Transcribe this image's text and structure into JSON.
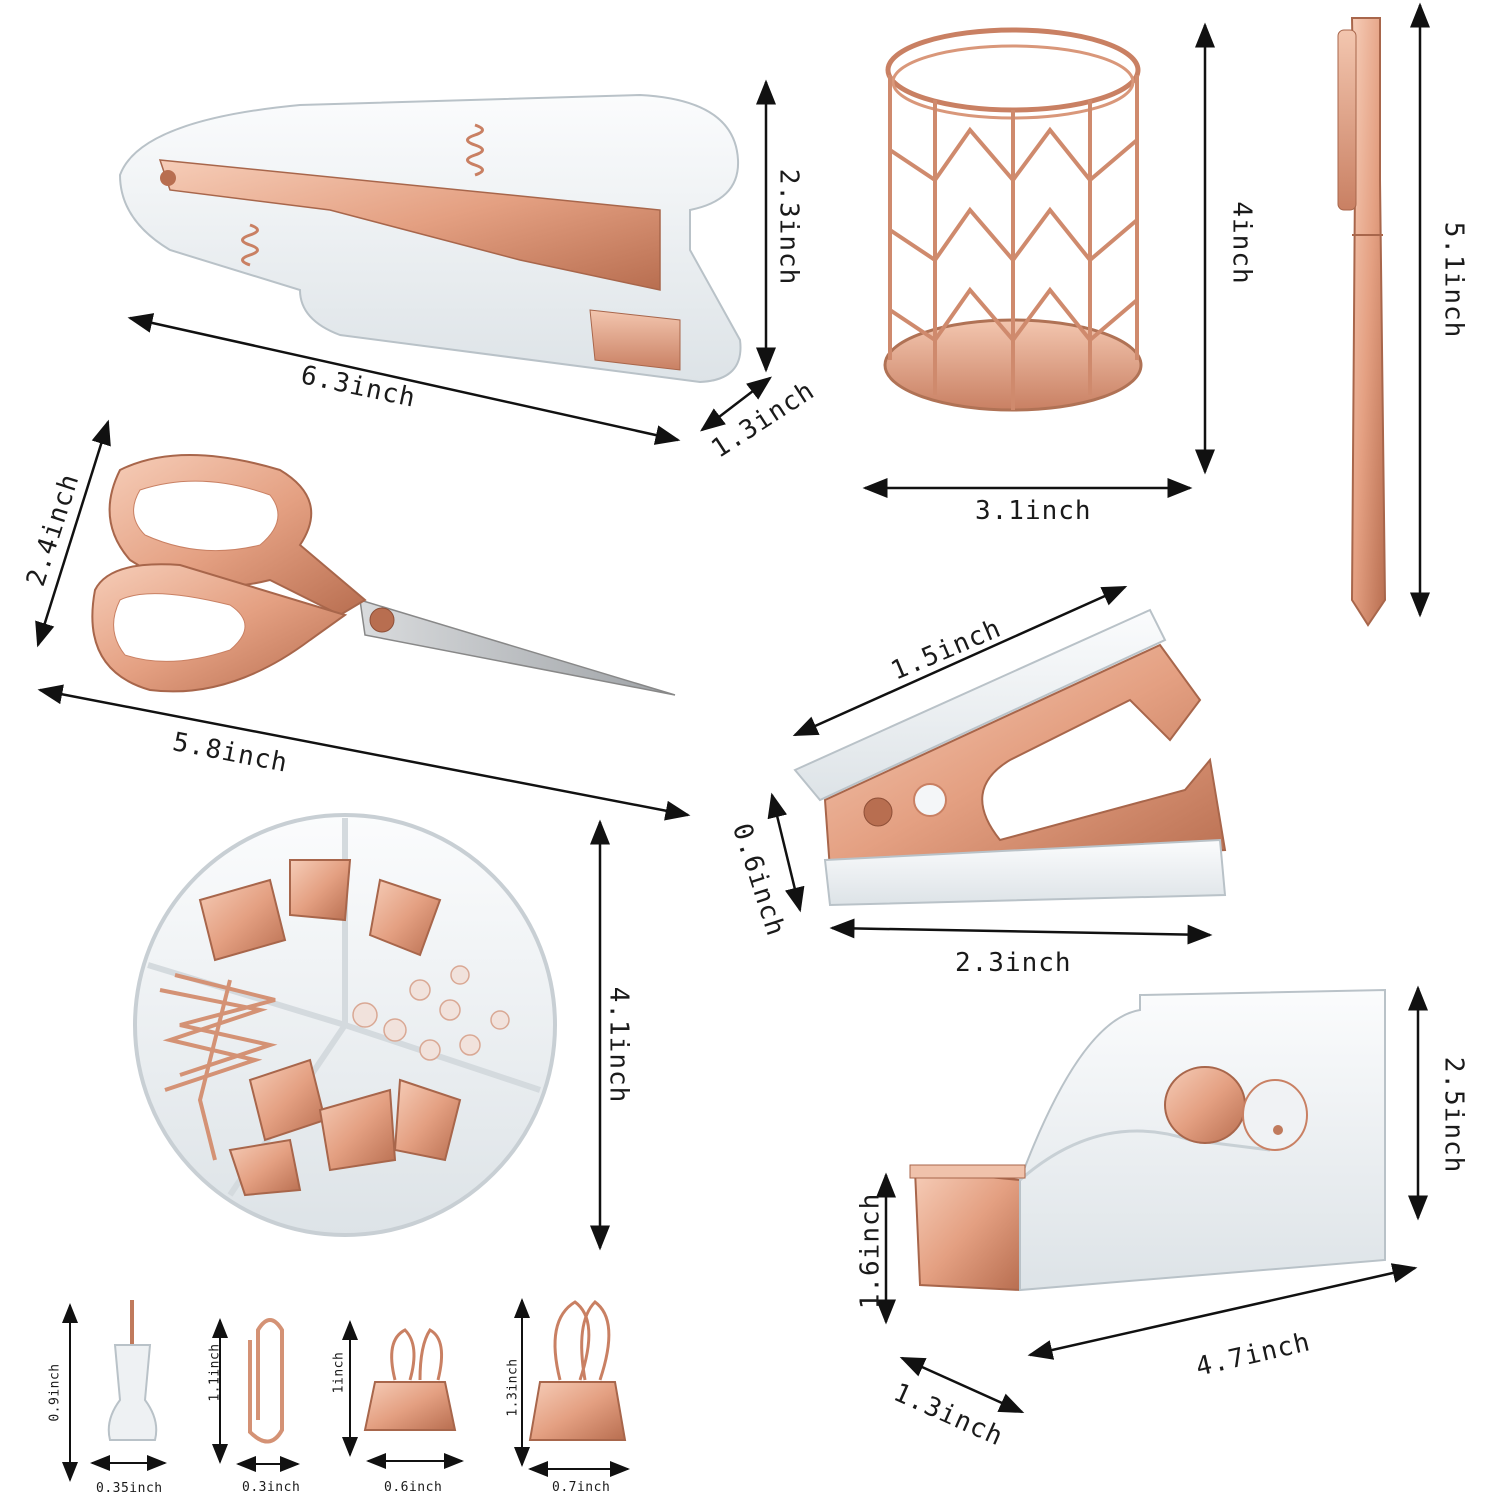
{
  "colors": {
    "rose_gold": "#e7a98c",
    "rose_gold_dark": "#c07a5c",
    "acrylic": "#eef1f3",
    "arrow": "#111111"
  },
  "items": [
    {
      "name": "stapler",
      "dims": [
        "6.3inch",
        "2.3inch",
        "1.3inch"
      ]
    },
    {
      "name": "pen holder",
      "dims": [
        "4inch",
        "3.1inch"
      ]
    },
    {
      "name": "pen",
      "dims": [
        "5.1inch"
      ]
    },
    {
      "name": "scissors",
      "dims": [
        "2.4inch",
        "5.8inch"
      ]
    },
    {
      "name": "staple remover",
      "dims": [
        "1.5inch",
        "0.6inch",
        "2.3inch"
      ]
    },
    {
      "name": "clip organizer",
      "dims": [
        "4.1inch"
      ]
    },
    {
      "name": "tape dispenser",
      "dims": [
        "2.5inch",
        "1.6inch",
        "4.7inch",
        "1.3inch"
      ]
    },
    {
      "name": "push pin",
      "dims": [
        "0.9inch",
        "0.35inch"
      ]
    },
    {
      "name": "paper clip",
      "dims": [
        "1.1inch",
        "0.3inch"
      ]
    },
    {
      "name": "small binder clip",
      "dims": [
        "1inch",
        "0.6inch"
      ]
    },
    {
      "name": "large binder clip",
      "dims": [
        "1.3inch",
        "0.7inch"
      ]
    }
  ]
}
